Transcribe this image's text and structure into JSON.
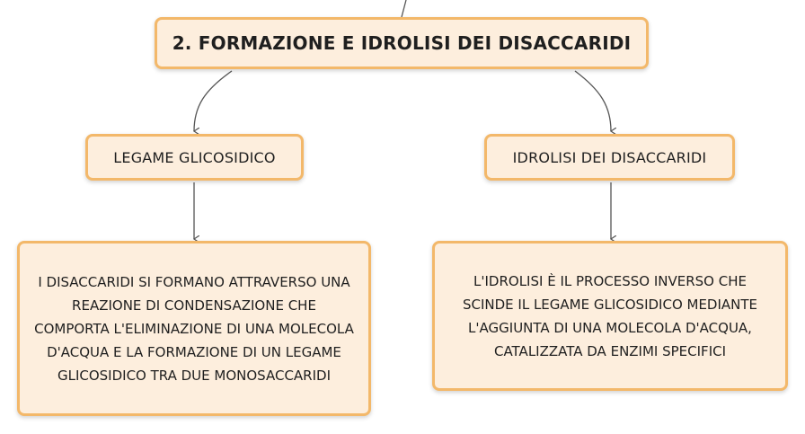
{
  "diagram": {
    "title": "2. FORMAZIONE E IDROLISI DEI DISACCARIDI",
    "branches": [
      {
        "label": "LEGAME GLICOSIDICO",
        "description": "I DISACCARIDI SI FORMANO ATTRAVERSO UNA REAZIONE DI CONDENSAZIONE CHE COMPORTA L'ELIMINAZIONE DI UNA MOLECOLA D'ACQUA E LA FORMAZIONE DI UN LEGAME GLICOSIDICO TRA DUE MONOSACCARIDI"
      },
      {
        "label": "IDROLISI DEI DISACCARIDI",
        "description": "L'IDROLISI È IL PROCESSO INVERSO CHE SCINDE IL LEGAME GLICOSIDICO MEDIANTE L'AGGIUNTA DI UNA MOLECOLA D'ACQUA, CATALIZZATA DA ENZIMI SPECIFICI"
      }
    ],
    "colors": {
      "node_fill": "#fdeedd",
      "node_border": "#f3b86a",
      "connector": "#555555"
    }
  }
}
